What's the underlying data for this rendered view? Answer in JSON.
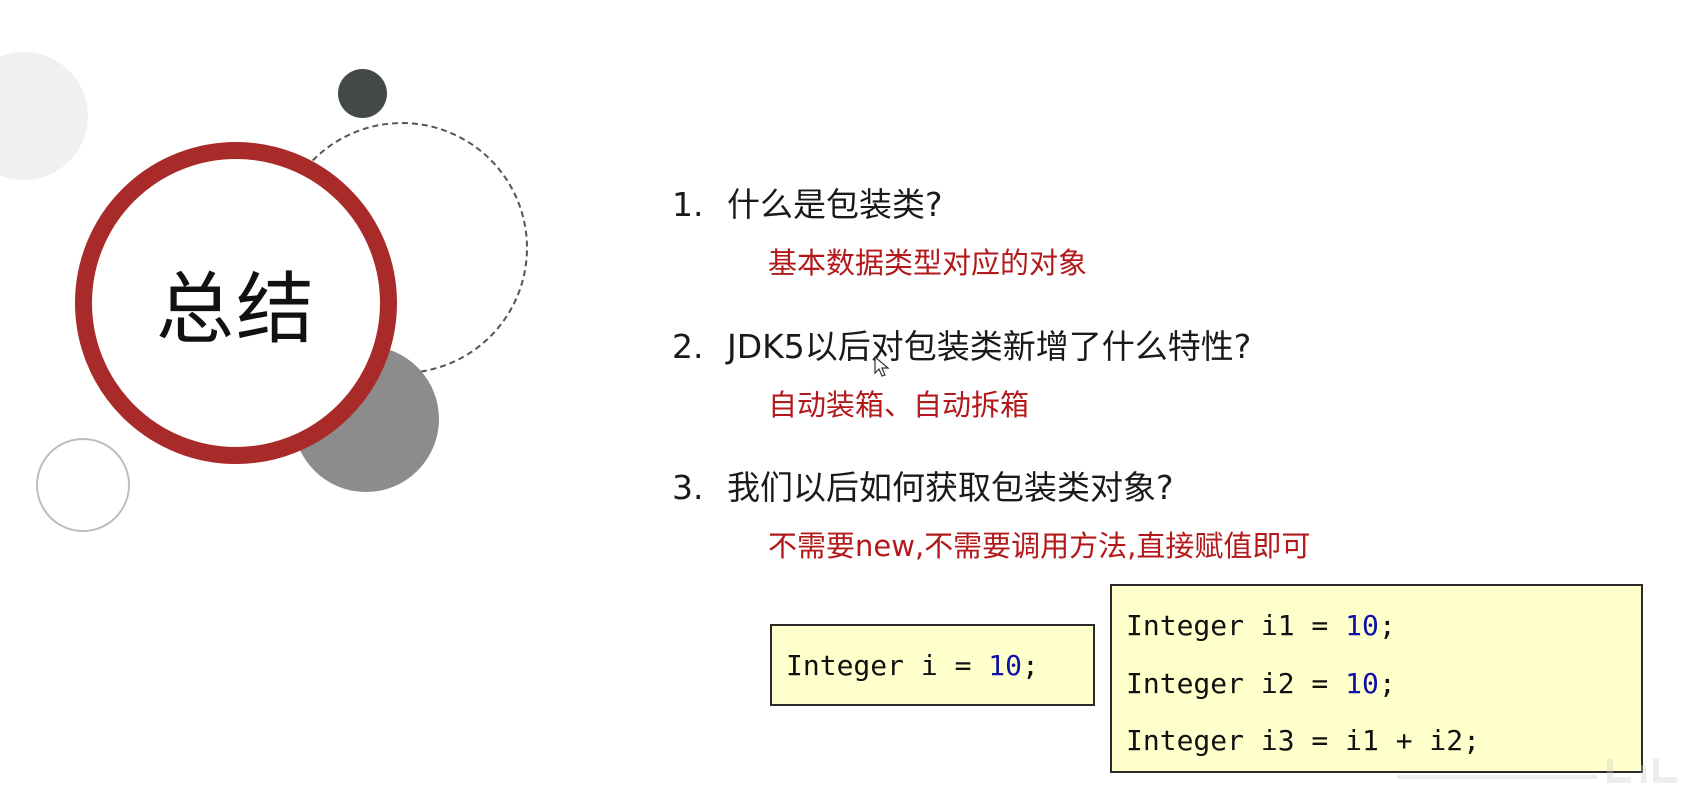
{
  "title": "总结",
  "questions": [
    {
      "number": "1.",
      "question": "什么是包装类?",
      "answer": "基本数据类型对应的对象"
    },
    {
      "number": "2.",
      "question": "JDK5以后对包装类新增了什么特性?",
      "answer": "自动装箱、自动拆箱"
    },
    {
      "number": "3.",
      "question": "我们以后如何获取包装类对象?",
      "answer": "不需要new,不需要调用方法,直接赋值即可"
    }
  ],
  "code_single": {
    "text": "Integer i = ",
    "value": "10",
    "end": ";"
  },
  "code_multi": [
    {
      "text": "Integer i1 = ",
      "value": "10",
      "end": ";"
    },
    {
      "text": "Integer i2 = ",
      "value": "10",
      "end": ";"
    },
    {
      "text": "Integer i3 = i1 + i2;",
      "value": "",
      "end": ""
    }
  ],
  "colors": {
    "accent_red": "#a82a29",
    "answer_red": "#b3191b",
    "code_bg": "#ffffcc",
    "number_blue": "#1010a8"
  }
}
